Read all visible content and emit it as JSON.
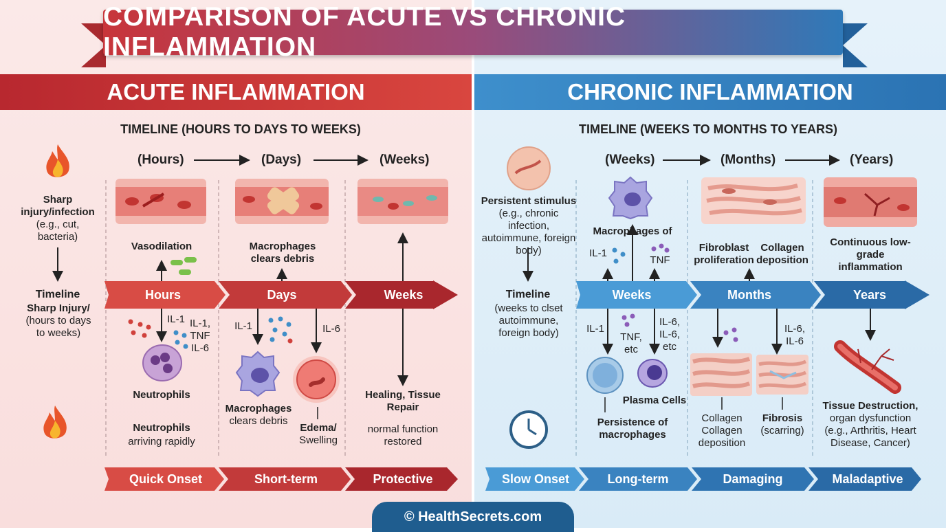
{
  "title": "COMPARISON OF ACUTE VS CHRONIC INFLAMMATION",
  "footer": "© HealthSecrets.com",
  "acute": {
    "header": "ACUTE INFLAMMATION",
    "timeline_title": "TIMELINE (HOURS TO DAYS TO WEEKS)",
    "phases": [
      "(Hours)",
      "(Days)",
      "(Weeks)"
    ],
    "bars": [
      "Hours",
      "Days",
      "Weeks"
    ],
    "trigger": {
      "title": "Sharp injury/infection",
      "detail": "(e.g., cut, bacteria)"
    },
    "side_timeline": {
      "title": "Timeline",
      "sub": "Sharp Injury/",
      "detail": "(hours to days to weeks)"
    },
    "hours": {
      "above": "Vasodilation",
      "cytokine_a": "IL-1",
      "cytokine_b": "IL-1, TNF IL-6",
      "cell": "Neutrophils",
      "caption_bold": "Neutrophils",
      "caption": "arriving rapidly"
    },
    "days": {
      "above": "Macrophages clears debris",
      "cytokine_a": "IL-1",
      "cytokine_b": "IL-6",
      "cell_bold": "Macrophages",
      "cell_detail": "clears debris",
      "edema_bold": "Edema/",
      "edema": "Swelling"
    },
    "weeks": {
      "result_bold": "Healing, Tissue Repair",
      "result": "normal function restored"
    },
    "tags": [
      "Quick Onset",
      "Short-term",
      "Protective"
    ]
  },
  "chronic": {
    "header": "CHRONIC INFLAMMATION",
    "timeline_title": "TIMELINE (WEEKS TO MONTHS TO YEARS)",
    "phases": [
      "(Weeks)",
      "(Months)",
      "(Years)"
    ],
    "bars": [
      "Weeks",
      "Months",
      "Years"
    ],
    "trigger": {
      "title": "Persistent stimulus",
      "detail": "(e.g., chronic infection, autoimmune, foreign body)"
    },
    "side_timeline": {
      "title": "Timeline",
      "detail": "(weeks to clset autoimmune, foreign body)"
    },
    "weeks": {
      "above": "Macrophages of",
      "cytokine_a": "IL-1",
      "cytokine_b": "TNF",
      "cytokine_c": "IL-1",
      "cytokine_d": "TNF, etc",
      "cytokine_e": "IL-6, IL-6, etc",
      "plasma": "Plasma Cells",
      "caption_bold": "Persistence of macrophages"
    },
    "months": {
      "above_a": "Fibroblast proliferation",
      "above_b": "Collagen deposition",
      "caption_a": "Collagen Collagen deposition",
      "cytokine": "IL-6, IL-6",
      "caption_b_bold": "Fibrosis",
      "caption_b": "(scarring)"
    },
    "years": {
      "above": "Continuous low-grade inflammation",
      "result_bold": "Tissue Destruction,",
      "result": "organ dysfunction (e.g., Arthritis, Heart Disease, Cancer)"
    },
    "tags": [
      "Slow Onset",
      "Long-term",
      "Damaging",
      "Maladaptive"
    ]
  },
  "colors": {
    "acute": "#c8353a",
    "chronic": "#2f79b8"
  }
}
